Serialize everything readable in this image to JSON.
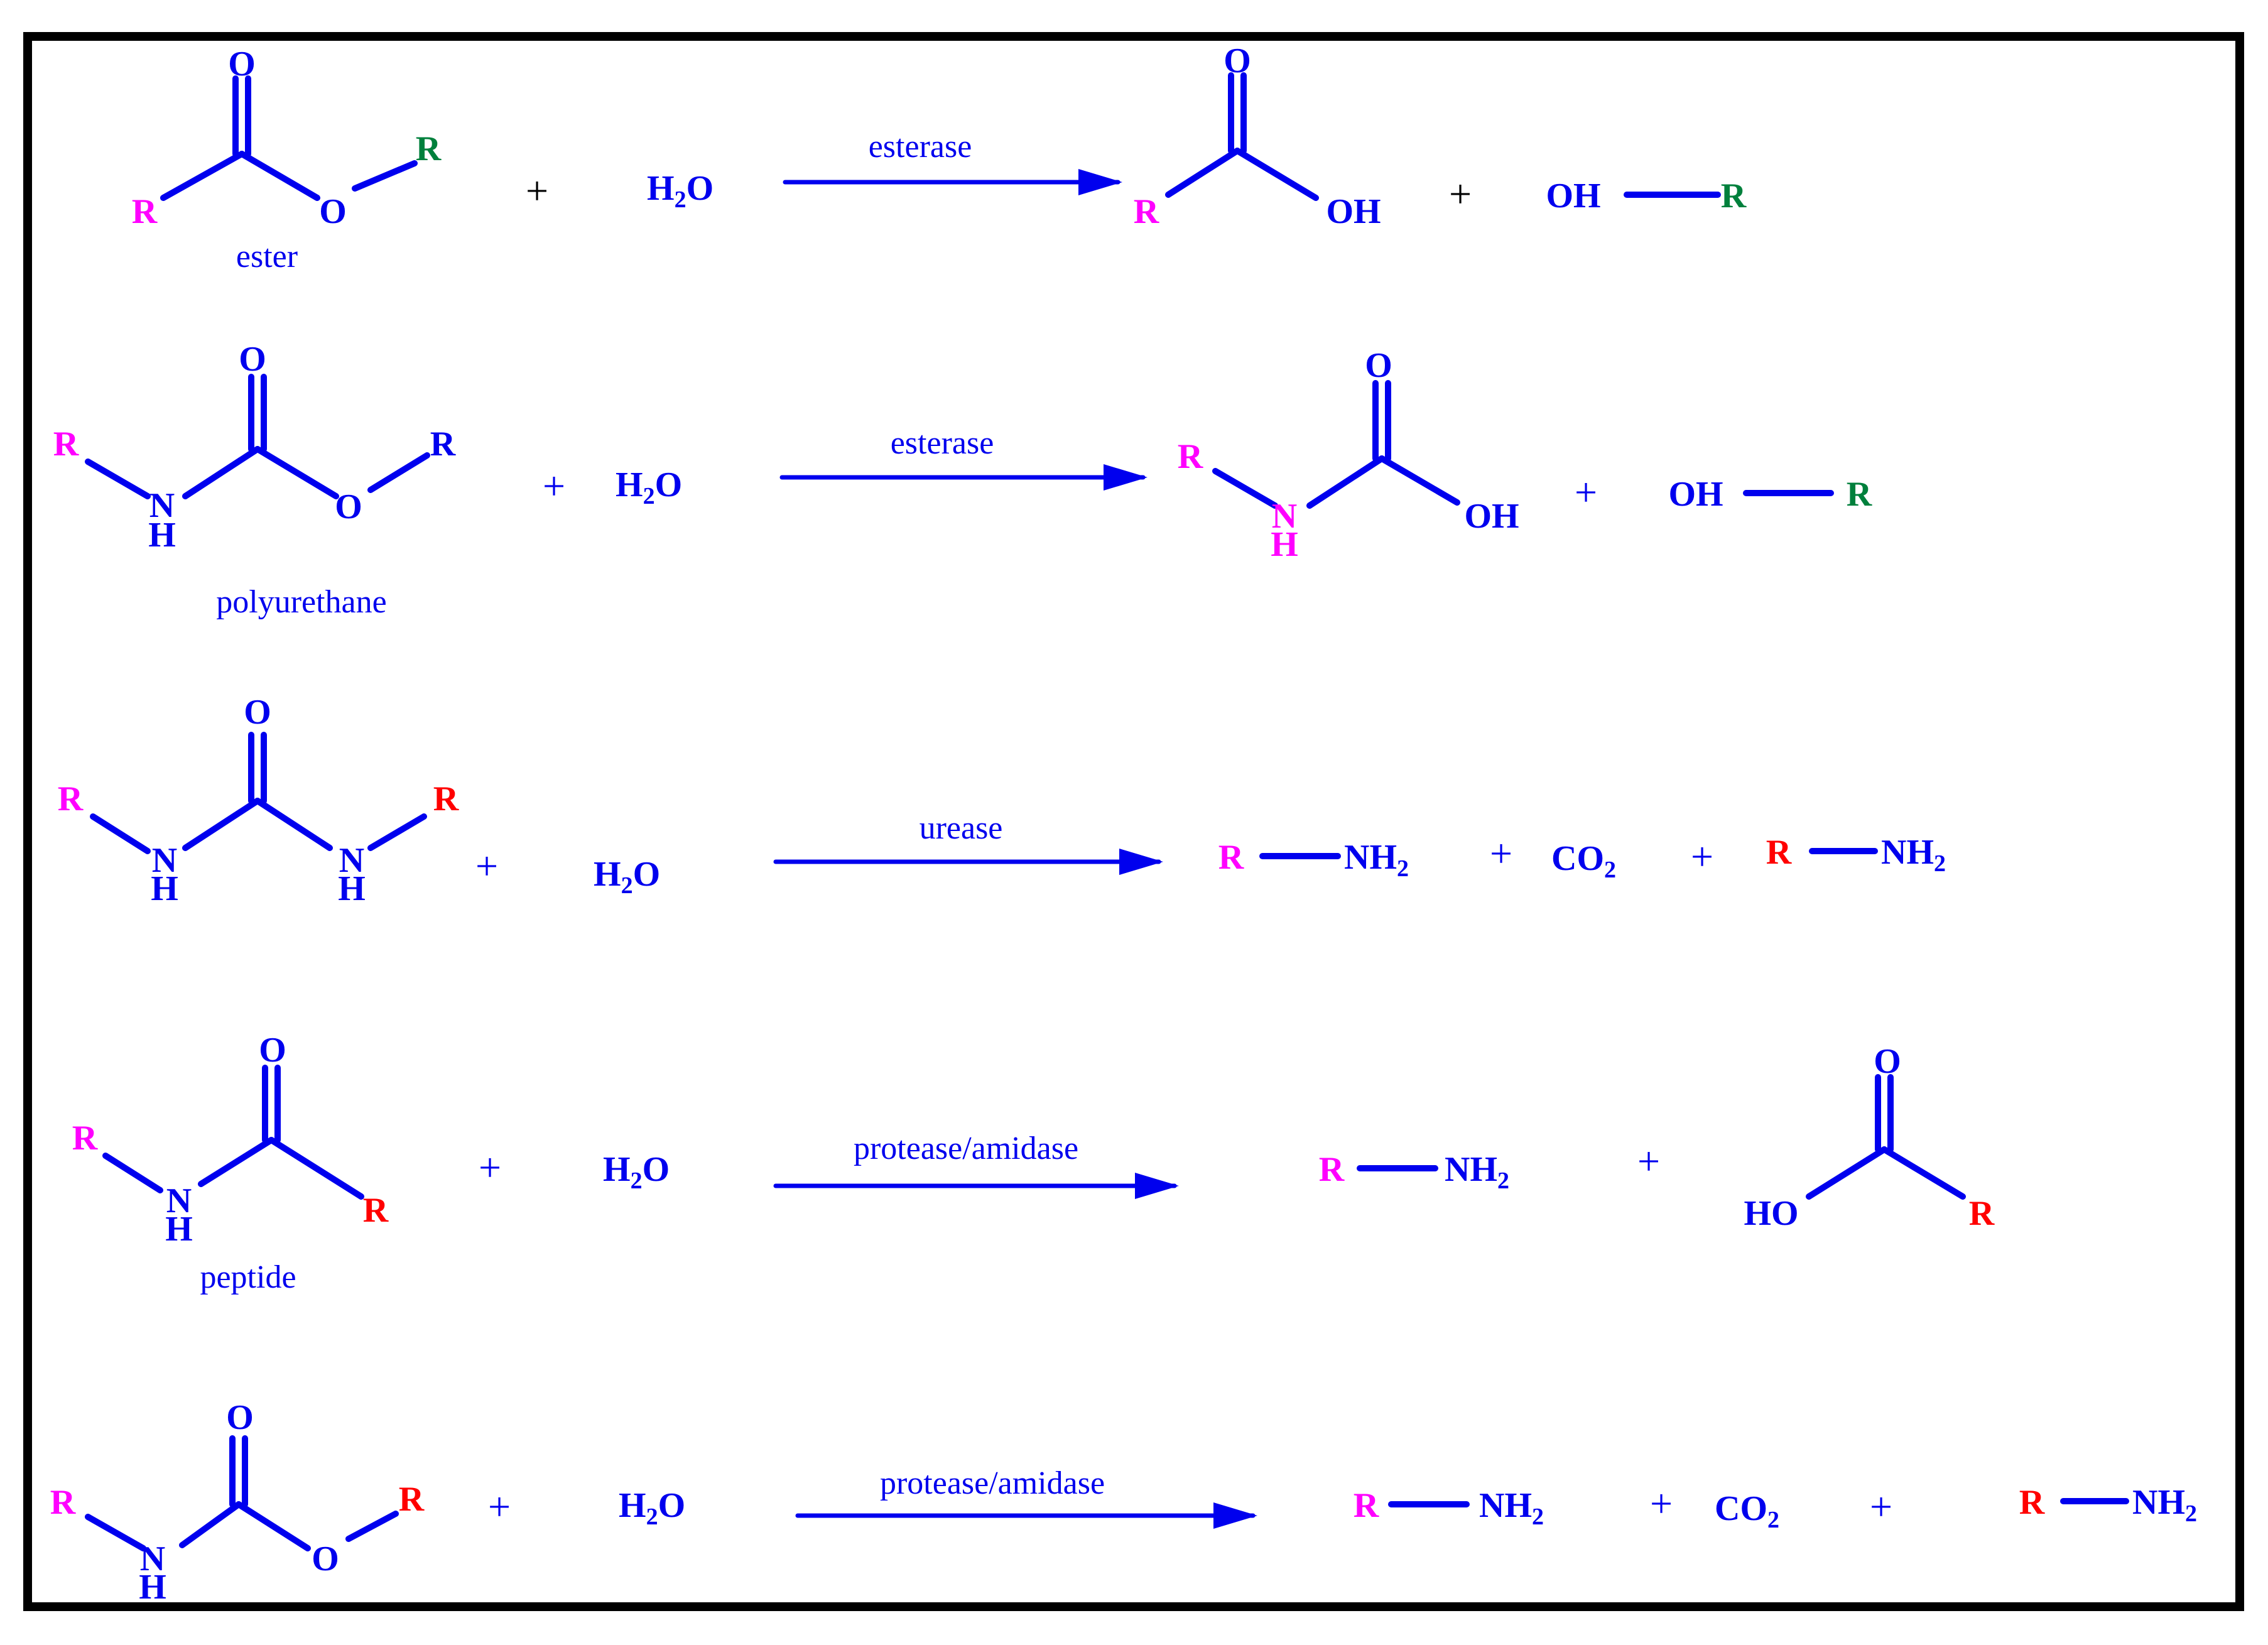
{
  "colors": {
    "frame": "#000000",
    "bond": "#0000ee",
    "atom": "#0000ee",
    "r_magenta": "#ff00ff",
    "r_green": "#00803c",
    "r_blue": "#0000ee",
    "r_red": "#ff0000",
    "plus_black": "#000000"
  },
  "labels": {
    "O": "O",
    "OH": "OH",
    "HO": "HO",
    "R": "R",
    "N": "N",
    "H": "H",
    "NH": "NH",
    "CO": "CO",
    "two": "2",
    "plus": "+"
  },
  "reactions": [
    {
      "substrate": "ester",
      "enzyme": "esterase"
    },
    {
      "substrate": "polyurethane",
      "enzyme": "esterase"
    },
    {
      "substrate": "",
      "enzyme": "urease"
    },
    {
      "substrate": "peptide",
      "enzyme": "protease/amidase"
    },
    {
      "substrate": "",
      "enzyme": "protease/amidase"
    }
  ]
}
